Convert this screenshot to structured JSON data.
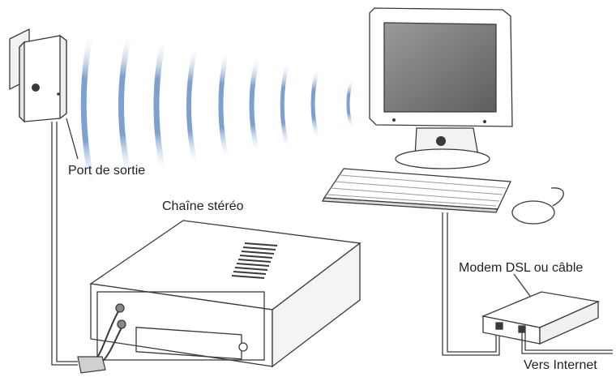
{
  "labels": {
    "output_port": "Port de sortie",
    "stereo": "Chaîne stéréo",
    "modem": "Modem DSL ou câble",
    "internet": "Vers Internet"
  },
  "colors": {
    "wifi_wave": "#6f95c8",
    "line": "#3a3a3a",
    "device_fill": "#ffffff"
  },
  "icons": {
    "airport": "airport-express-icon",
    "computer": "imac-computer-icon",
    "stereo": "stereo-receiver-icon",
    "modem": "modem-icon"
  }
}
